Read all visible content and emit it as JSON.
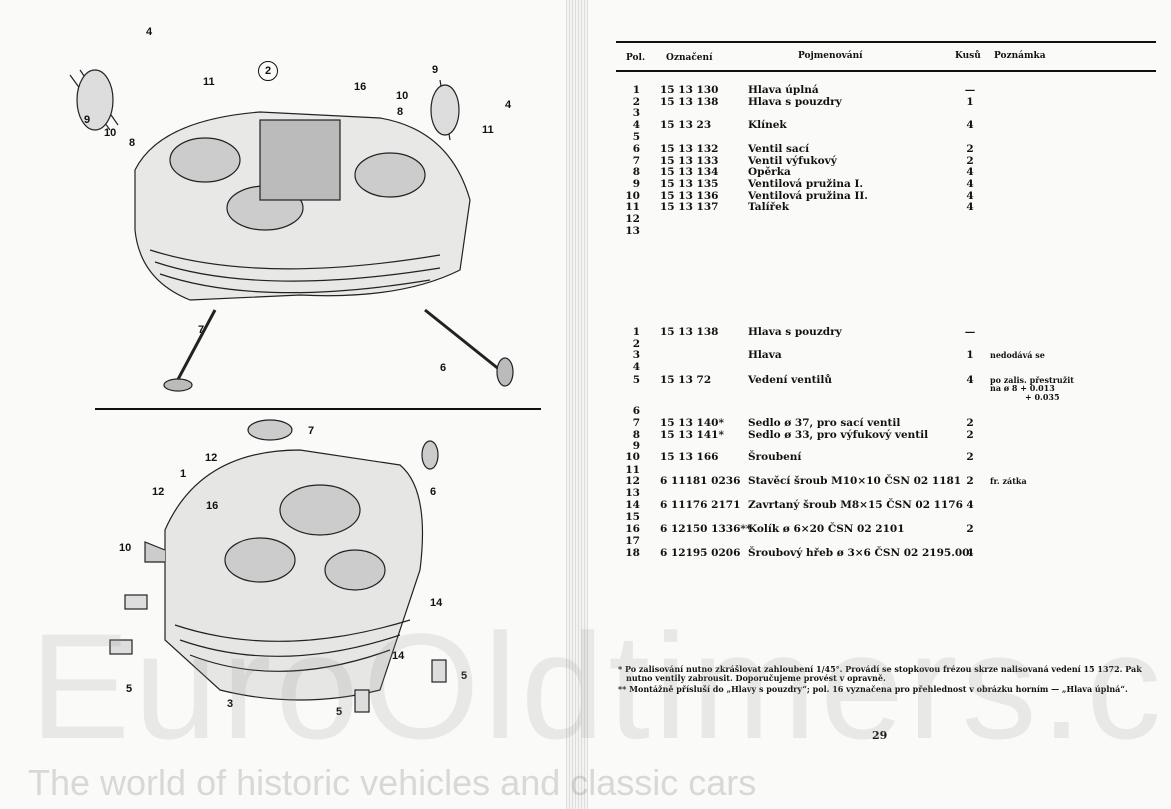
{
  "header": {
    "pos": "Pol.",
    "code": "Označení",
    "name": "Pojmenování",
    "qty": "Kusů",
    "note": "Poznámka"
  },
  "group1": [
    {
      "pos": "1",
      "code": "15 13 130",
      "name": "Hlava úplná",
      "qty": "—",
      "note": ""
    },
    {
      "pos": "2",
      "code": "15 13 138",
      "name": "Hlava s pouzdry",
      "qty": "1",
      "note": ""
    },
    {
      "pos": "3",
      "code": "",
      "name": "",
      "qty": "",
      "note": ""
    },
    {
      "pos": "4",
      "code": "15 13 23",
      "name": "Klínek",
      "qty": "4",
      "note": ""
    },
    {
      "pos": "5",
      "code": "",
      "name": "",
      "qty": "",
      "note": ""
    },
    {
      "pos": "6",
      "code": "15 13 132",
      "name": "Ventil sací",
      "qty": "2",
      "note": ""
    },
    {
      "pos": "7",
      "code": "15 13 133",
      "name": "Ventil výfukový",
      "qty": "2",
      "note": ""
    },
    {
      "pos": "8",
      "code": "15 13 134",
      "name": "Opěrka",
      "qty": "4",
      "note": ""
    },
    {
      "pos": "9",
      "code": "15 13 135",
      "name": "Ventilová pružina I.",
      "qty": "4",
      "note": ""
    },
    {
      "pos": "10",
      "code": "15 13 136",
      "name": "Ventilová pružina II.",
      "qty": "4",
      "note": ""
    },
    {
      "pos": "11",
      "code": "15 13 137",
      "name": "Talířek",
      "qty": "4",
      "note": ""
    },
    {
      "pos": "12",
      "code": "",
      "name": "",
      "qty": "",
      "note": ""
    },
    {
      "pos": "13",
      "code": "",
      "name": "",
      "qty": "",
      "note": ""
    }
  ],
  "group2": [
    {
      "pos": "1",
      "code": "15 13 138",
      "name": "Hlava s pouzdry",
      "qty": "—",
      "note": ""
    },
    {
      "pos": "2",
      "code": "",
      "name": "",
      "qty": "",
      "note": ""
    },
    {
      "pos": "3",
      "code": "",
      "name": "Hlava",
      "qty": "1",
      "note": "nedodává se"
    },
    {
      "pos": "4",
      "code": "",
      "name": "",
      "qty": "",
      "note": ""
    },
    {
      "pos": "5",
      "code": "15 13 72",
      "name": "Vedení ventilů",
      "qty": "4",
      "note": "po zalis. přestružit"
    },
    {
      "pos": "6",
      "code": "",
      "name": "",
      "qty": "",
      "note": ""
    },
    {
      "pos": "7",
      "code": "15 13 140*",
      "name": "Sedlo ø 37, pro sací ventil",
      "qty": "2",
      "note": ""
    },
    {
      "pos": "8",
      "code": "15 13 141*",
      "name": "Sedlo ø 33, pro výfukový ventil",
      "qty": "2",
      "note": ""
    },
    {
      "pos": "9",
      "code": "",
      "name": "",
      "qty": "",
      "note": ""
    },
    {
      "pos": "10",
      "code": "15 13 166",
      "name": "Šroubení",
      "qty": "2",
      "note": ""
    },
    {
      "pos": "11",
      "code": "",
      "name": "",
      "qty": "",
      "note": ""
    },
    {
      "pos": "12",
      "code": "6 11181 0236",
      "name": "Stavěcí šroub M10×10 ČSN 02 1181",
      "qty": "2",
      "note": "fr. zátka"
    },
    {
      "pos": "13",
      "code": "",
      "name": "",
      "qty": "",
      "note": ""
    },
    {
      "pos": "14",
      "code": "6 11176 2171",
      "name": "Zavrtaný šroub M8×15 ČSN 02 1176",
      "qty": "4",
      "note": ""
    },
    {
      "pos": "15",
      "code": "",
      "name": "",
      "qty": "",
      "note": ""
    },
    {
      "pos": "16",
      "code": "6 12150 1336**",
      "name": "Kolík ø 6×20 ČSN 02 2101",
      "qty": "2",
      "note": ""
    },
    {
      "pos": "17",
      "code": "",
      "name": "",
      "qty": "",
      "note": ""
    },
    {
      "pos": "18",
      "code": "6 12195 0206",
      "name": "Šroubový hřeb ø 3×6 ČSN 02 2195.00",
      "qty": "4",
      "note": ""
    }
  ],
  "note_extra": {
    "line2": "na ø 8 + 0.013",
    "line3": "+ 0.035"
  },
  "footnotes": {
    "star": "* Po zalisování nutno zkrášlovat zahloubení 1/45°. Provádí se stopkovou frézou skrze nalisovaná vedení 15 1372. Pak nutno ventily zabrousit. Doporučujeme provést v opravně.",
    "double_star": "** Montážně přísluší do „Hlavy s pouzdry“; pol. 16 vyznačena pro přehlednost v obrázku horním — „Hlava úplná“."
  },
  "page_number": "29",
  "callouts_top": [
    "4",
    "11",
    "2",
    "16",
    "9",
    "10",
    "8",
    "9",
    "10",
    "8",
    "11",
    "4",
    "7",
    "6"
  ],
  "callouts_bottom": [
    "7",
    "12",
    "1",
    "16",
    "12",
    "10",
    "6",
    "14",
    "14",
    "5",
    "5",
    "5",
    "3"
  ],
  "watermark": {
    "brand": "EuroOldtimers.com",
    "tagline": "The world of historic vehicles and classic cars"
  }
}
